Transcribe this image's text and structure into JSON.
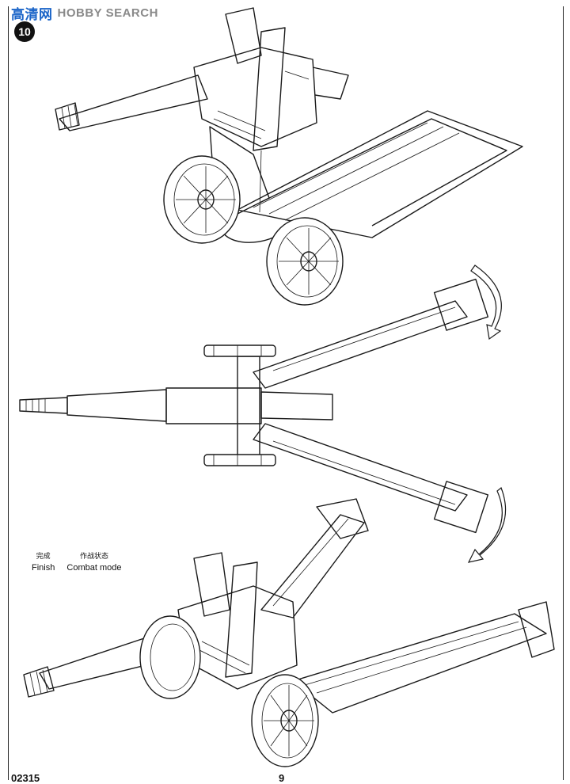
{
  "watermark": {
    "cn": "高清网",
    "en": "HOBBY SEARCH"
  },
  "step_number": "10",
  "caption": {
    "finish_cn": "完成",
    "finish_en": "Finish",
    "mode_cn": "作战状态",
    "mode_en": "Combat mode"
  },
  "footer": {
    "code": "02315",
    "page": "9"
  },
  "colors": {
    "line": "#1a1a1a",
    "watermark_cn": "#1a64c8",
    "watermark_en": "#8a8a8a"
  }
}
